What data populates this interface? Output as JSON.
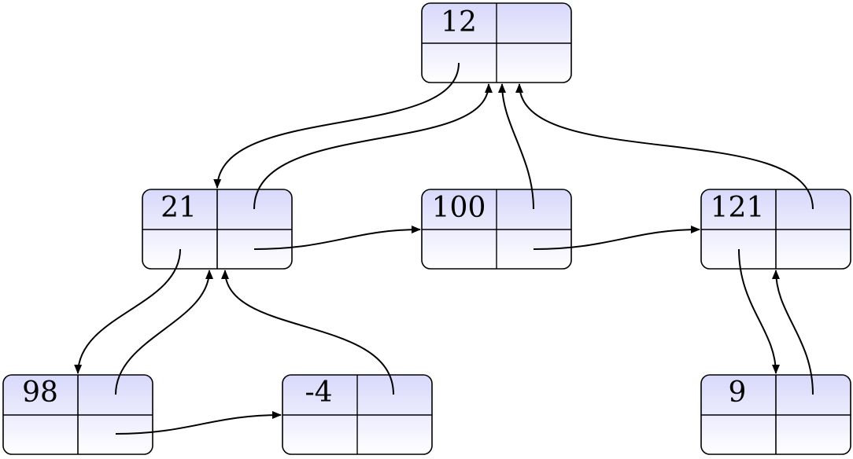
{
  "diagram": {
    "type": "tree-node-links",
    "colors": {
      "fill_top": "#d8d8fb",
      "fill_bottom": "#ffffff",
      "stroke": "#000000"
    },
    "nodes": [
      {
        "id": "n12",
        "value": "12"
      },
      {
        "id": "n21",
        "value": "21"
      },
      {
        "id": "n100",
        "value": "100"
      },
      {
        "id": "n121",
        "value": "121"
      },
      {
        "id": "n98",
        "value": "98"
      },
      {
        "id": "n-4",
        "value": "-4"
      },
      {
        "id": "n9",
        "value": "9"
      }
    ],
    "edges": [
      {
        "from": "n12",
        "to": "n21",
        "kind": "first-child"
      },
      {
        "from": "n21",
        "to": "n12",
        "kind": "parent"
      },
      {
        "from": "n100",
        "to": "n12",
        "kind": "parent"
      },
      {
        "from": "n121",
        "to": "n12",
        "kind": "parent"
      },
      {
        "from": "n21",
        "to": "n100",
        "kind": "next-sibling"
      },
      {
        "from": "n100",
        "to": "n121",
        "kind": "next-sibling"
      },
      {
        "from": "n21",
        "to": "n98",
        "kind": "first-child"
      },
      {
        "from": "n98",
        "to": "n21",
        "kind": "parent"
      },
      {
        "from": "n-4",
        "to": "n21",
        "kind": "parent"
      },
      {
        "from": "n98",
        "to": "n-4",
        "kind": "next-sibling"
      },
      {
        "from": "n121",
        "to": "n9",
        "kind": "first-child"
      },
      {
        "from": "n9",
        "to": "n121",
        "kind": "parent"
      }
    ]
  }
}
